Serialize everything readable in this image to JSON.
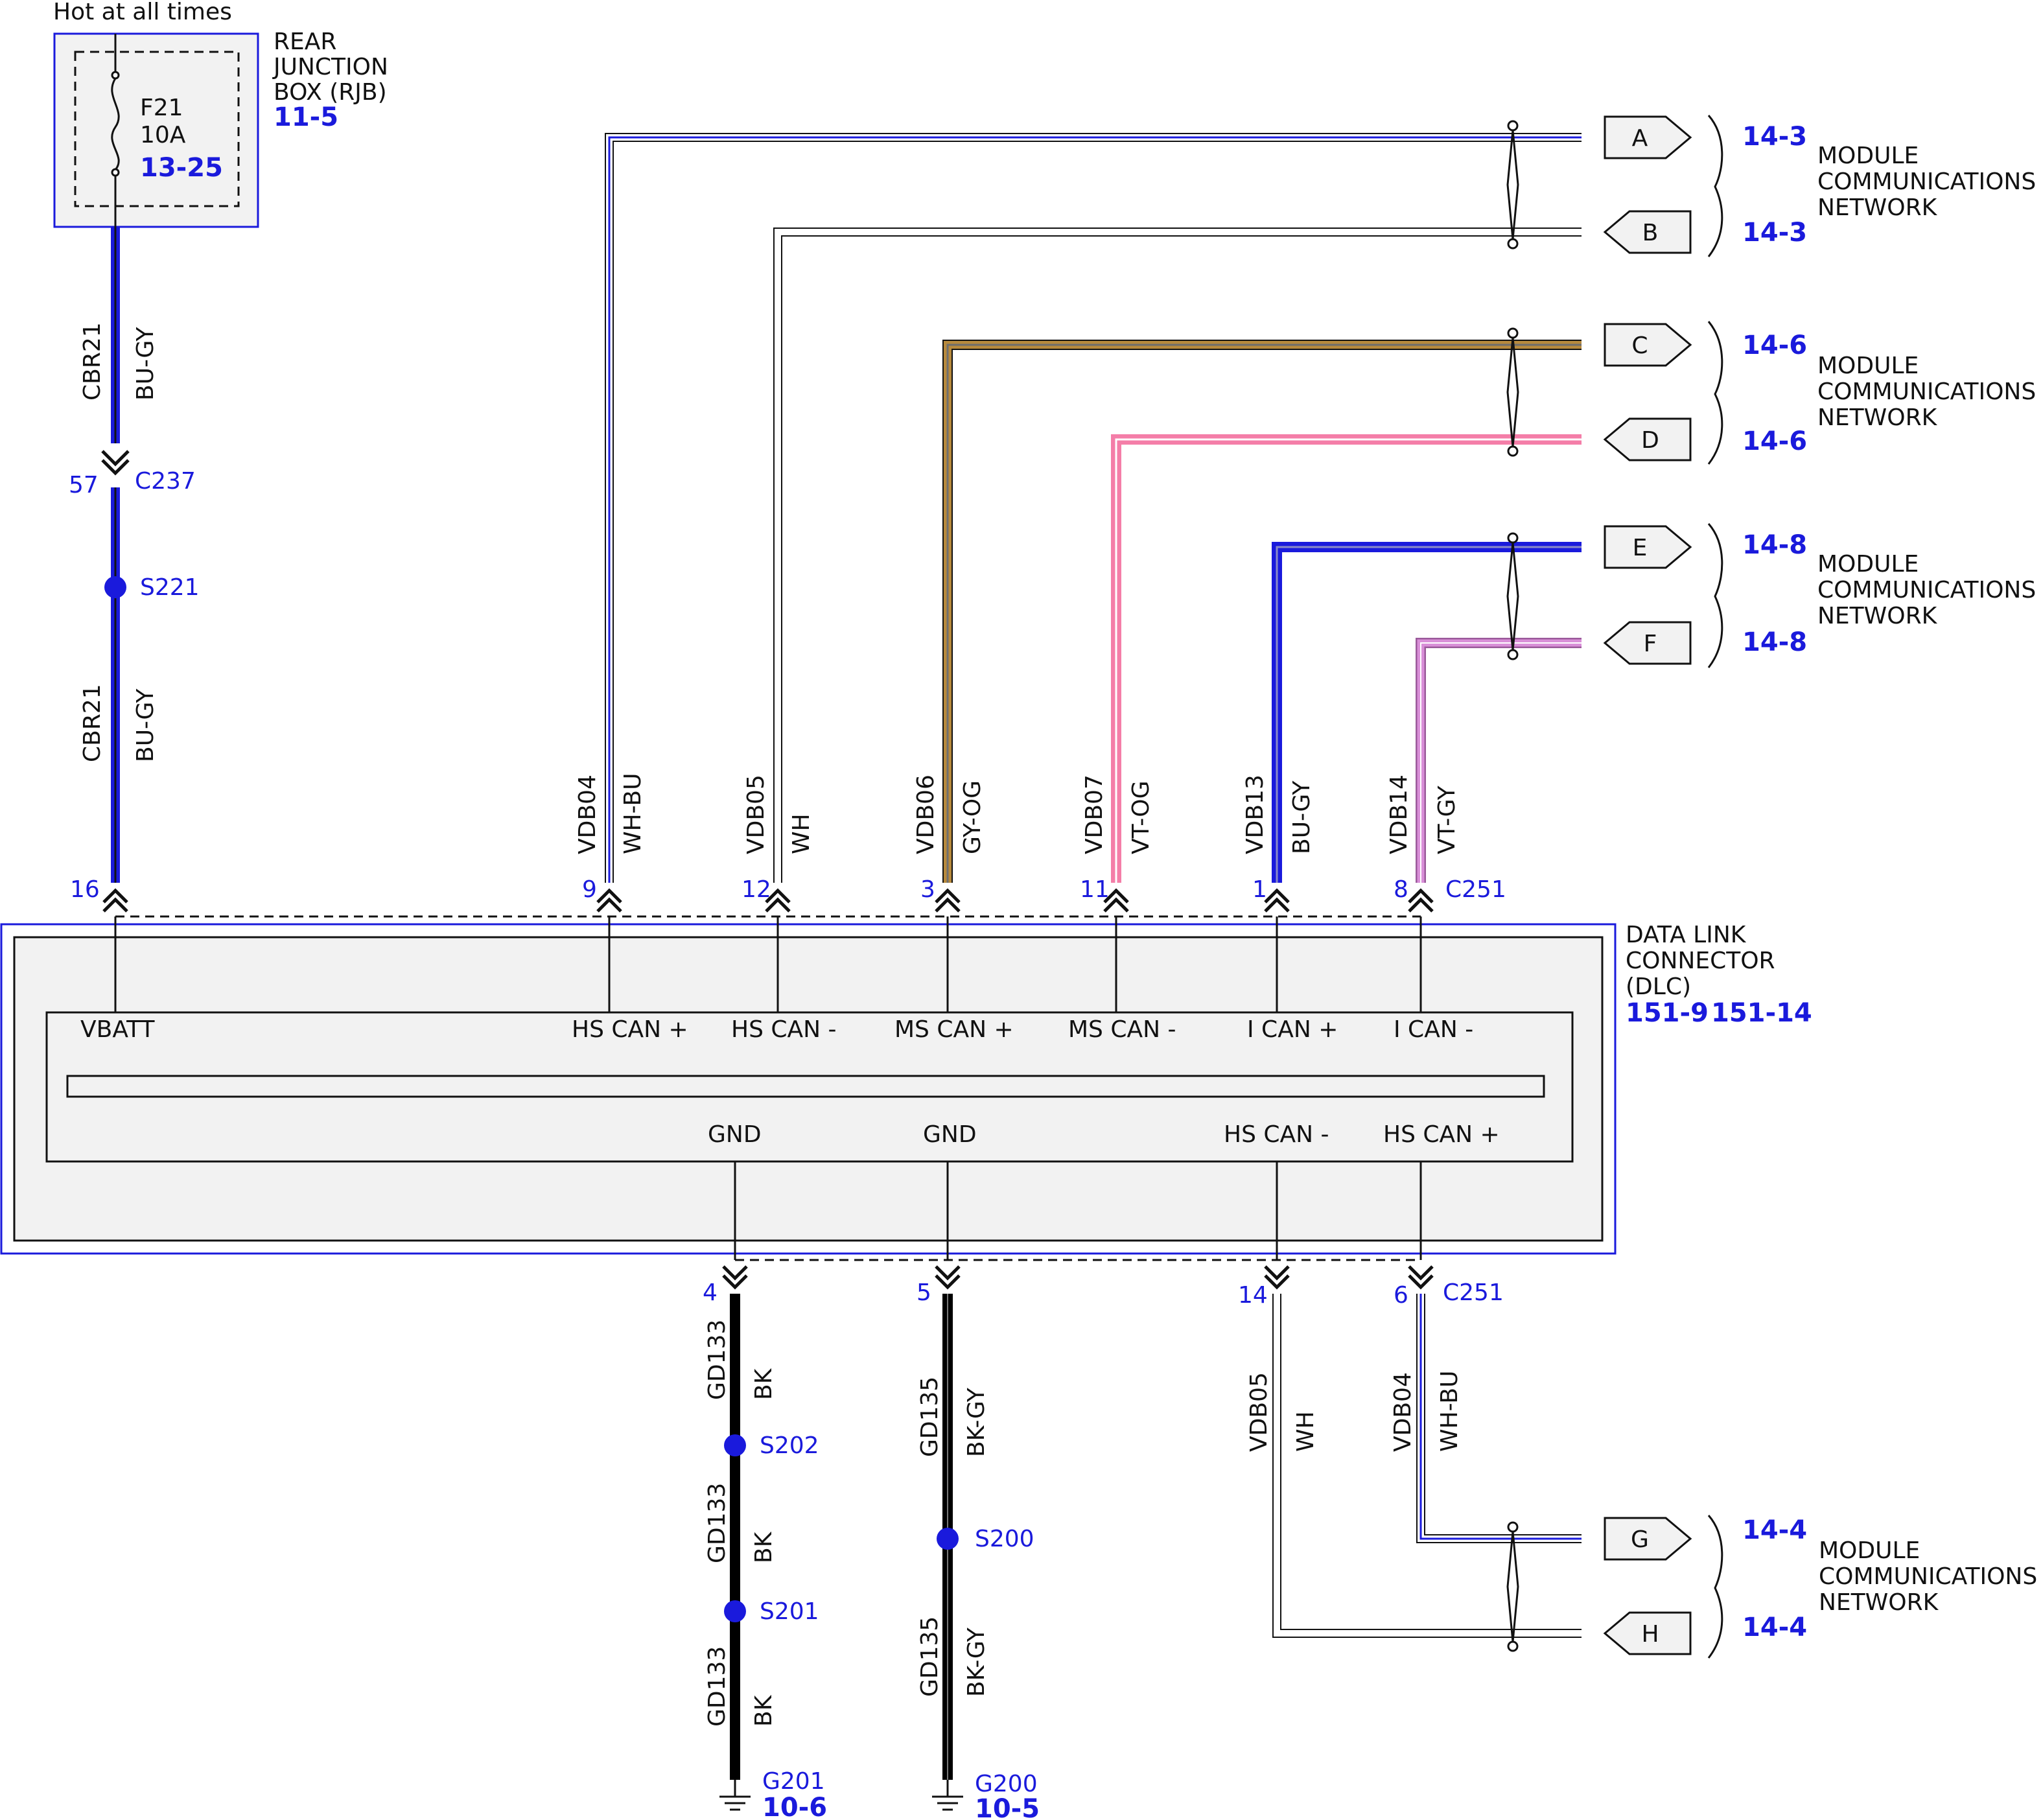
{
  "colors": {
    "reference_blue": "#1a1adc",
    "wire_blue": "#1a1adc",
    "wire_pink": "#f47ea8",
    "wire_violet": "#d98fd8",
    "wire_gray_orange": "#b88a3c",
    "wire_black": "#000000",
    "box_fill": "#f2f2f2"
  },
  "hot_label": "Hot at all times",
  "rjb": {
    "name_lines": [
      "REAR",
      "JUNCTION",
      "BOX (RJB)"
    ],
    "ref": "11-5",
    "fuse": {
      "id": "F21",
      "rating": "10A",
      "ref": "13-25"
    }
  },
  "power_wire": {
    "upper": {
      "circuit": "CBR21",
      "color": "BU-GY"
    },
    "lower": {
      "circuit": "CBR21",
      "color": "BU-GY"
    },
    "connector": {
      "pin": "57",
      "id": "C237"
    },
    "splice": "S221",
    "dlc_pin": "16"
  },
  "dlc": {
    "name_lines": [
      "DATA LINK",
      "CONNECTOR",
      "(DLC)"
    ],
    "refs": [
      "151-9",
      "151-14"
    ],
    "top_connector": "C251",
    "bottom_connector": "C251",
    "top_labels": [
      "VBATT",
      "HS CAN +",
      "HS CAN -",
      "MS CAN +",
      "MS CAN -",
      "I CAN +",
      "I CAN -"
    ],
    "bottom_labels": [
      "GND",
      "GND",
      "HS CAN -",
      "HS CAN +"
    ]
  },
  "top_wires": [
    {
      "pin": "9",
      "circuit": "VDB04",
      "color": "WH-BU"
    },
    {
      "pin": "12",
      "circuit": "VDB05",
      "color": "WH"
    },
    {
      "pin": "3",
      "circuit": "VDB06",
      "color": "GY-OG"
    },
    {
      "pin": "11",
      "circuit": "VDB07",
      "color": "VT-OG"
    },
    {
      "pin": "1",
      "circuit": "VDB13",
      "color": "BU-GY"
    },
    {
      "pin": "8",
      "circuit": "VDB14",
      "color": "VT-GY"
    }
  ],
  "bottom_wires": [
    {
      "pin": "14",
      "circuit": "VDB05",
      "color": "WH"
    },
    {
      "pin": "6",
      "circuit": "VDB04",
      "color": "WH-BU"
    }
  ],
  "ground_4": {
    "pin": "4",
    "segments": [
      {
        "circuit": "GD133",
        "color": "BK"
      },
      {
        "circuit": "GD133",
        "color": "BK"
      },
      {
        "circuit": "GD133",
        "color": "BK"
      }
    ],
    "splices": [
      "S202",
      "S201"
    ],
    "ground": "G201",
    "ref": "10-6"
  },
  "ground_5": {
    "pin": "5",
    "segments": [
      {
        "circuit": "GD135",
        "color": "BK-GY"
      },
      {
        "circuit": "GD135",
        "color": "BK-GY"
      }
    ],
    "splice": "S200",
    "ground": "G200",
    "ref": "10-5"
  },
  "network_letters": [
    "A",
    "B",
    "C",
    "D",
    "E",
    "F",
    "G",
    "H"
  ],
  "network_refs": [
    "14-3",
    "14-3",
    "14-6",
    "14-6",
    "14-8",
    "14-8",
    "14-4",
    "14-4"
  ],
  "network_label_lines": [
    "MODULE",
    "COMMUNICATIONS",
    "NETWORK"
  ]
}
